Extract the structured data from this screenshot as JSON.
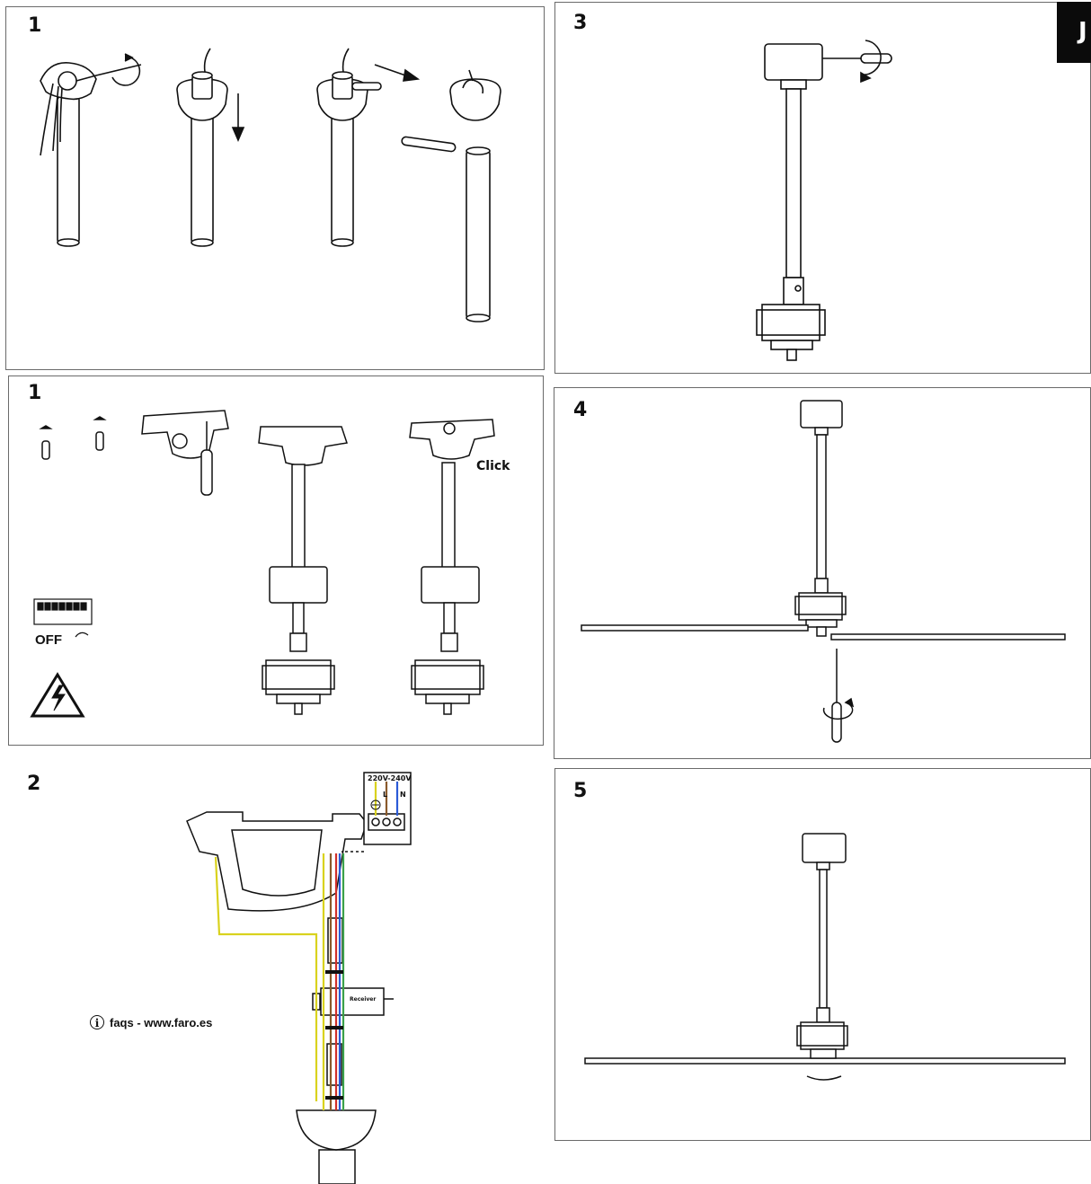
{
  "panels": {
    "p1_top": {
      "number": "1"
    },
    "p3": {
      "number": "3"
    },
    "p1_bottom": {
      "number": "1",
      "click_label": "Click",
      "off_label": "OFF"
    },
    "p4": {
      "number": "4"
    },
    "p2": {
      "number": "2",
      "voltage_label": "220V-240V",
      "terminal_L": "L",
      "terminal_N": "N",
      "receiver_label": "Receiver",
      "faq_text": "faqs - www.faro.es",
      "info_icon": "i"
    },
    "p5": {
      "number": "5"
    }
  },
  "tab": {
    "letter": "J"
  },
  "icons": [
    "screwdriver-icon",
    "rotation-arrow-icon",
    "down-arrow-icon",
    "high-voltage-warning-icon",
    "breaker-off-icon",
    "info-icon",
    "ground-symbol-icon"
  ],
  "colors": {
    "wire_yellow": "#d9d21e",
    "wire_brown": "#8a5a2b",
    "wire_blue": "#2a5bd7",
    "wire_red": "#d0302a",
    "wire_green": "#3aa04a",
    "line": "#111111"
  }
}
